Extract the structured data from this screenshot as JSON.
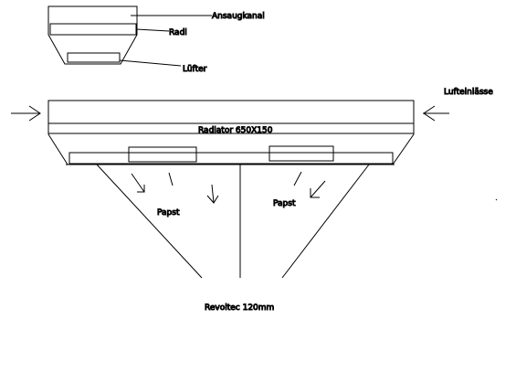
{
  "diagram": {
    "inset": {
      "labels": {
        "intake": "Ansaugkanal",
        "radiator": "Radi",
        "fan": "Lüfter"
      }
    },
    "main": {
      "labels": {
        "radiator": "Radiator 650X150",
        "air_inlets": "Lufteinlässe",
        "fan_left": "Papst",
        "fan_right": "Papst",
        "bottom_fan": "Revoltec 120mm"
      }
    },
    "colors": {
      "stroke": "#000000",
      "background": "#ffffff"
    }
  }
}
